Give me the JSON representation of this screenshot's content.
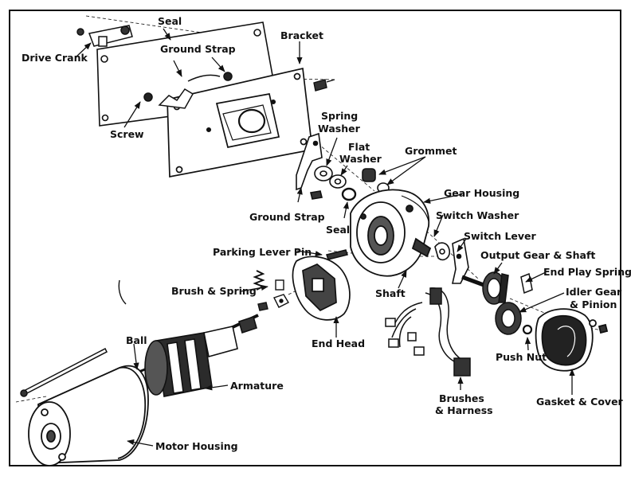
{
  "labels": {
    "seal_top": "Seal",
    "bracket": "Bracket",
    "drive_crank": "Drive Crank",
    "ground_strap_top": "Ground Strap",
    "screw": "Screw",
    "spring_washer_1": "Spring",
    "spring_washer_2": "Washer",
    "flat_washer_1": "Flat",
    "flat_washer_2": "Washer",
    "grommet": "Grommet",
    "gear_housing": "Gear Housing",
    "switch_washer": "Switch Washer",
    "ground_strap_mid": "Ground Strap",
    "seal_mid": "Seal",
    "switch_lever": "Switch Lever",
    "parking_lever_pin": "Parking Lever Pin",
    "output_gear_shaft": "Output Gear & Shaft",
    "end_play_spring": "End Play Spring",
    "brush_spring": "Brush & Spring",
    "shaft": "Shaft",
    "idler_gear_1": "Idler Gear",
    "idler_gear_2": "& Pinion",
    "ball": "Ball",
    "end_head": "End Head",
    "push_nut": "Push Nut",
    "armature": "Armature",
    "brushes_harness_1": "Brushes",
    "brushes_harness_2": "& Harness",
    "gasket_cover": "Gasket & Cover",
    "motor_housing": "Motor Housing"
  },
  "colors": {
    "ink": "#111111",
    "paper": "#ffffff",
    "frame": "#1a1a1a"
  }
}
